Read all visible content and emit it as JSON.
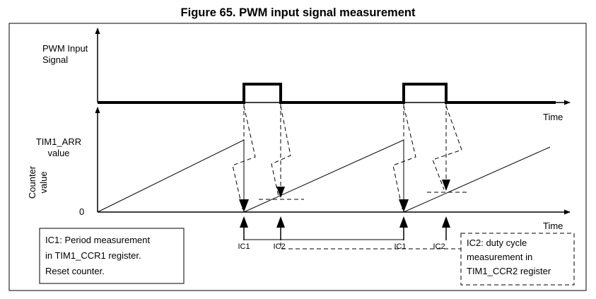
{
  "title": "Figure 65. PWM input signal measurement",
  "labels": {
    "pwm_input_line1": "PWM Input",
    "pwm_input_line2": "Signal",
    "time_top": "Time",
    "time_bottom": "Time",
    "arr_line1": "TIM1_ARR",
    "arr_line2": "value",
    "counter_line1": "Counter",
    "counter_line2": "value",
    "zero": "0"
  },
  "capture_labels": [
    "IC1",
    "IC2",
    "IC1",
    "IC2"
  ],
  "notes": {
    "ic1": [
      "IC1: Period measurement",
      "in TIM1_CCR1 register.",
      "Reset counter."
    ],
    "ic2": [
      "IC2: duty cycle",
      "measurement in",
      "TIM1_CCR2 register"
    ]
  }
}
